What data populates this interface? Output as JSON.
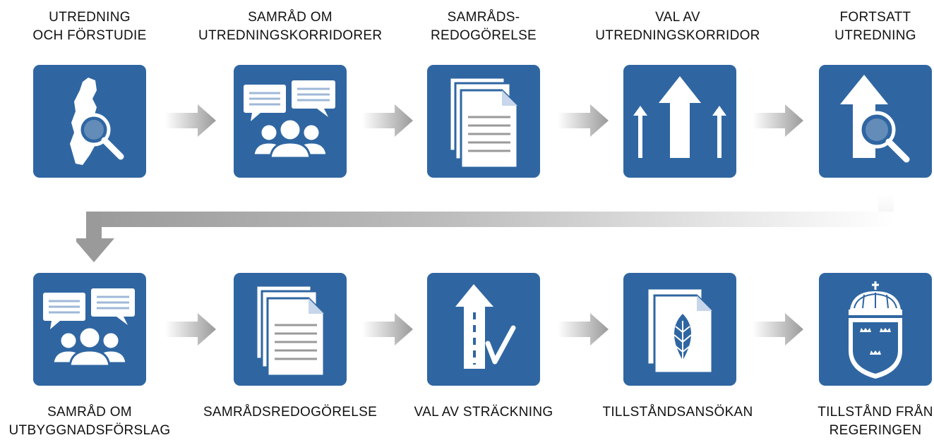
{
  "steps_row1": [
    {
      "label": "UTREDNING\nOCH FÖRSTUDIE",
      "icon": "sweden-map-magnifier-icon"
    },
    {
      "label": "SAMRÅD OM\nUTREDNINGSKORRIDORER",
      "icon": "consultation-people-icon"
    },
    {
      "label": "SAMRÅDS-\nREDOGÖRELSE",
      "icon": "documents-icon"
    },
    {
      "label": "VAL AV\nUTREDNINGSKORRIDOR",
      "icon": "arrows-up-icon"
    },
    {
      "label": "FORTSATT\nUTREDNING",
      "icon": "arrow-magnifier-icon"
    }
  ],
  "steps_row2": [
    {
      "label": "SAMRÅD OM\nUTBYGGNADSFÖRSLAG",
      "icon": "consultation-people-icon"
    },
    {
      "label": "SAMRÅDSREDOGÖRELSE",
      "icon": "documents-icon"
    },
    {
      "label": "VAL AV STRÄCKNING",
      "icon": "road-check-icon"
    },
    {
      "label": "TILLSTÅNDSANSÖKAN",
      "icon": "document-leaf-icon"
    },
    {
      "label": "TILLSTÅND FRÅN\nREGERINGEN",
      "icon": "coat-of-arms-icon"
    }
  ],
  "colors": {
    "tile": "#2f66a2",
    "arrow": "#9a9a9a",
    "text": "#111111"
  }
}
